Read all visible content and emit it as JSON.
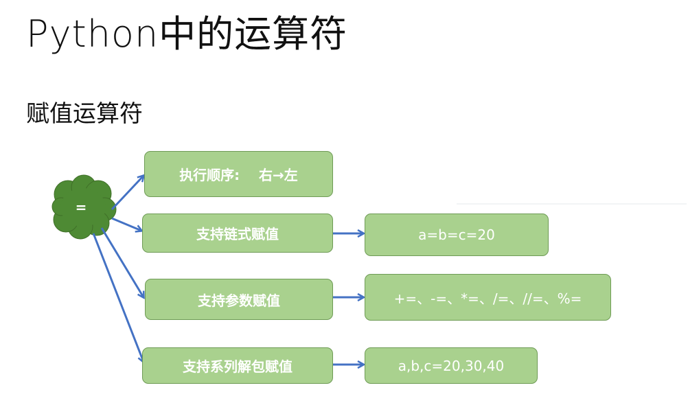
{
  "slide": {
    "title": "Python中的运算符",
    "subtitle": "赋值运算符"
  },
  "diagram": {
    "root": {
      "label": "="
    },
    "branches": [
      {
        "label": "执行顺序:    右→左",
        "result": null
      },
      {
        "label": "支持链式赋值",
        "result": "a=b=c=20"
      },
      {
        "label": "支持参数赋值",
        "result": "+=、-=、*=、/=、//=、%="
      },
      {
        "label": "支持系列解包赋值",
        "result": "a,b,c=20,30,40"
      }
    ],
    "colors": {
      "box_fill": "#a9d18e",
      "box_border": "#6e9b55",
      "cloud_fill": "#4e8a34",
      "cloud_border": "#3f6f28",
      "arrow": "#4472c4",
      "text_on_box": "#ffffff"
    }
  }
}
